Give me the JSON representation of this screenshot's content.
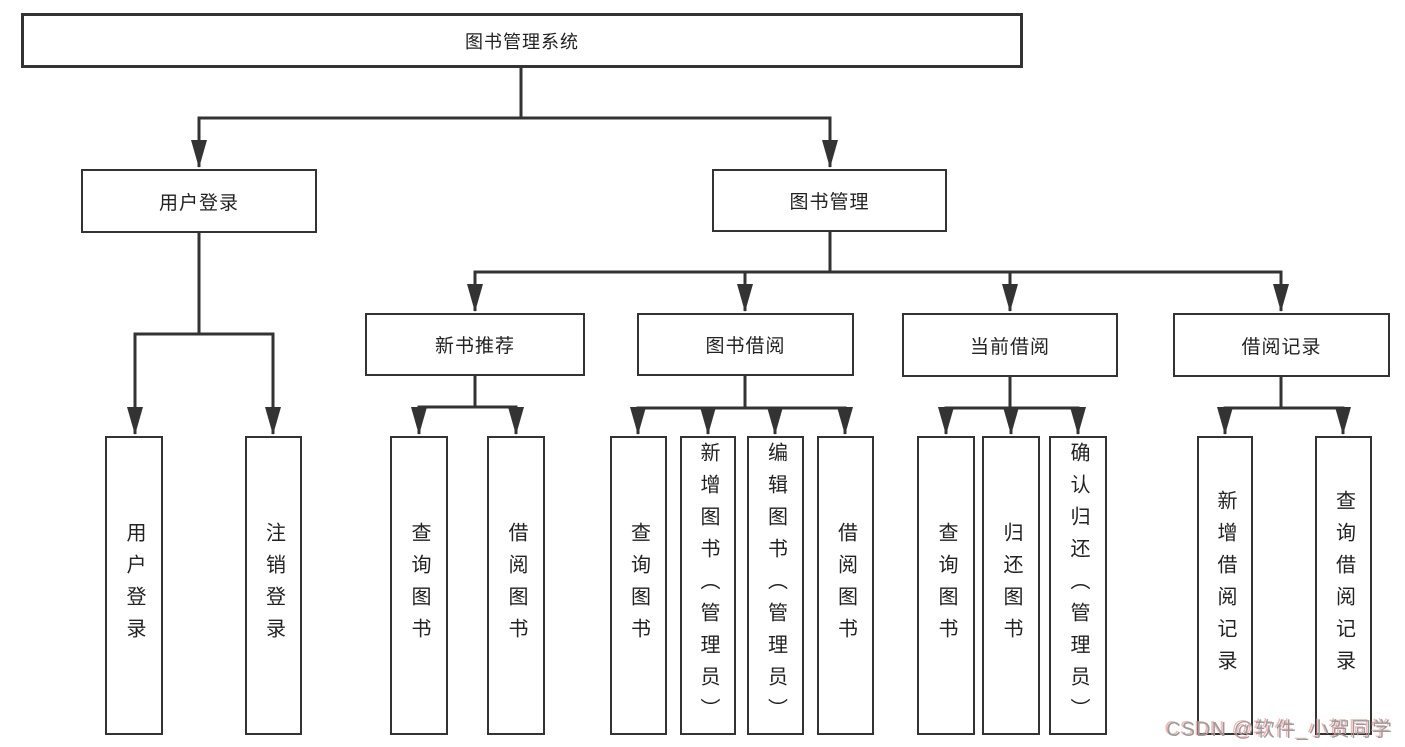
{
  "diagram_type": "hierarchy-tree",
  "hierarchy": {
    "root": "图书管理系统",
    "children": [
      {
        "label": "用户登录",
        "children": [
          "用户登录",
          "注销登录"
        ]
      },
      {
        "label": "图书管理",
        "children": [
          {
            "label": "新书推荐",
            "children": [
              "查询图书",
              "借阅图书"
            ]
          },
          {
            "label": "图书借阅",
            "children": [
              "查询图书",
              "新增图书（管理员）",
              "编辑图书（管理员）",
              "借阅图书"
            ]
          },
          {
            "label": "当前借阅",
            "children": [
              "查询图书",
              "归还图书",
              "确认归还（管理员）"
            ]
          },
          {
            "label": "借阅记录",
            "children": [
              "新增借阅记录",
              "查询借阅记录"
            ]
          }
        ]
      }
    ]
  },
  "watermark": {
    "text": "CSDN @软件_小贺同学"
  },
  "colors": {
    "background": "#ffffff",
    "line": "#333333",
    "box_border": "#333333",
    "text": "#222222",
    "watermark_gray": "#9b9b9b",
    "watermark_pink": "#ec9292"
  }
}
